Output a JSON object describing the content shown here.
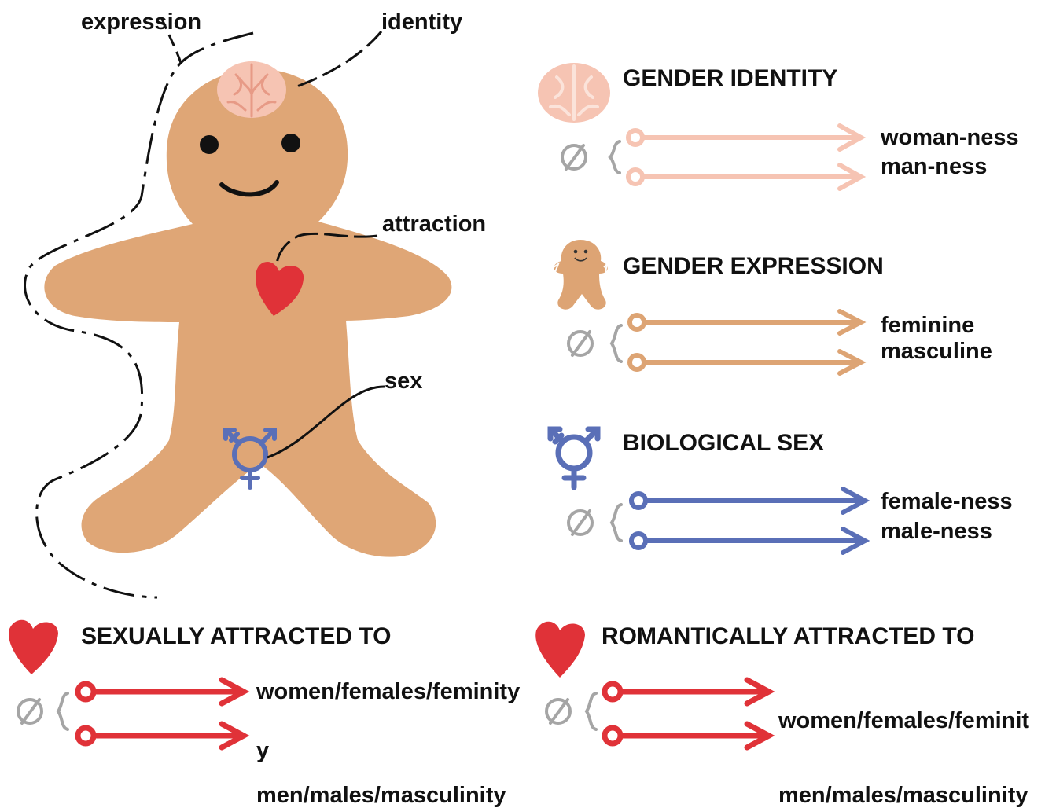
{
  "figure": {
    "labels": {
      "expression": "expression",
      "identity": "identity",
      "attraction": "attraction",
      "sex": "sex"
    }
  },
  "sections": {
    "identity": {
      "title": "GENDER IDENTITY",
      "top": "woman-ness",
      "bottom": "man-ness",
      "color": "#F6C4B3",
      "icon": "brain-icon"
    },
    "expression": {
      "title": "GENDER EXPRESSION",
      "top": "feminine",
      "bottom": "masculine",
      "color": "#DDA474",
      "icon": "gingerbread-icon"
    },
    "sex": {
      "title": "BIOLOGICAL SEX",
      "top": "female-ness",
      "bottom": "male-ness",
      "color": "#5A6FB7",
      "icon": "transgender-symbol-icon"
    },
    "sexual": {
      "title": "SEXUALLY ATTRACTED TO",
      "line1": "women/females/feminity",
      "line2": "y",
      "line3": "men/males/masculinity",
      "color": "#E03238",
      "icon": "heart-icon"
    },
    "romantic": {
      "title": "ROMANTICALLY ATTRACTED TO",
      "line1": "women/females/feminit",
      "line2": "men/males/masculinity",
      "color": "#E03238",
      "icon": "heart-icon"
    }
  },
  "null_symbol": "∅",
  "colors": {
    "body": "#DFA676",
    "null_grey": "#A5A5A5",
    "ink": "#111111"
  }
}
